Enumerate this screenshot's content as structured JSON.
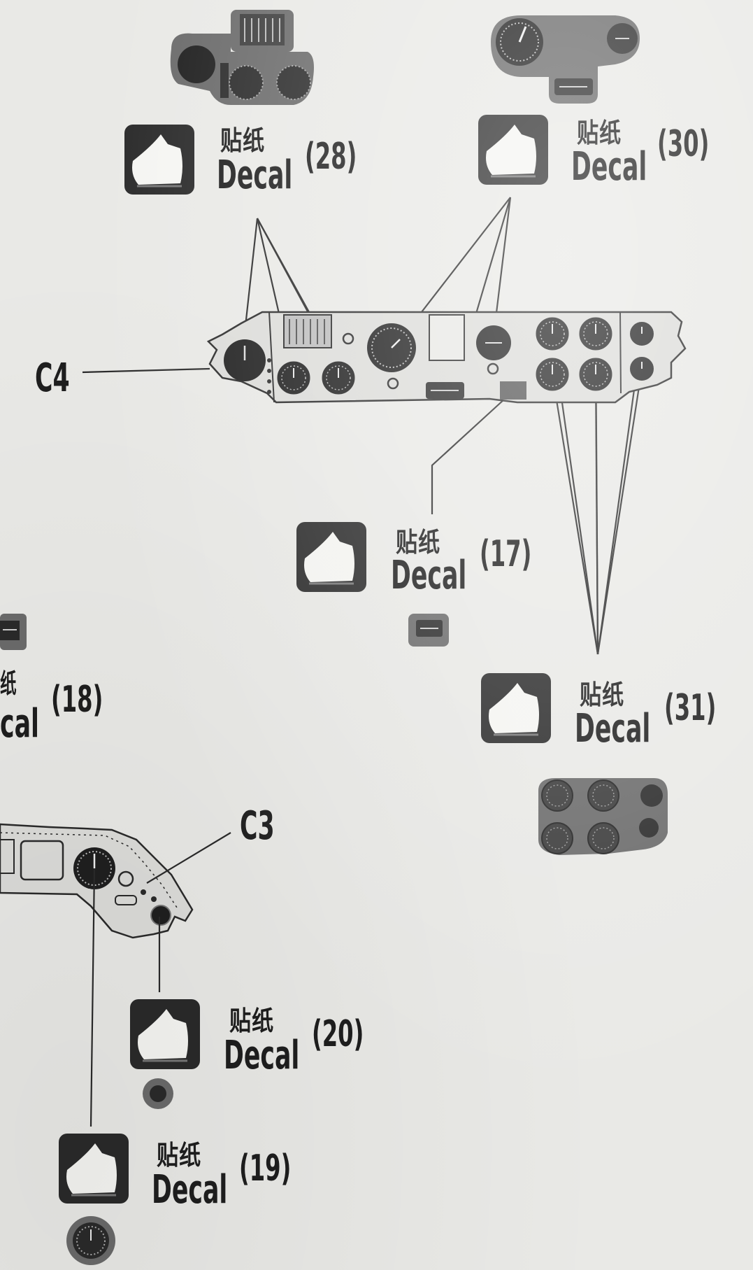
{
  "decal_icon": "decal-sheet-icon",
  "decals": [
    {
      "id": "decal-28",
      "zh": "贴纸",
      "en": "Decal",
      "number": "(28)"
    },
    {
      "id": "decal-30",
      "zh": "贴纸",
      "en": "Decal",
      "number": "(30)"
    },
    {
      "id": "decal-17",
      "zh": "贴纸",
      "en": "Decal",
      "number": "(17)"
    },
    {
      "id": "decal-31",
      "zh": "贴纸",
      "en": "Decal",
      "number": "(31)"
    },
    {
      "id": "decal-18",
      "zh": "纸",
      "en": "cal",
      "number": "(18)"
    },
    {
      "id": "decal-20",
      "zh": "贴纸",
      "en": "Decal",
      "number": "(20)"
    },
    {
      "id": "decal-19",
      "zh": "贴纸",
      "en": "Decal",
      "number": "(19)"
    }
  ],
  "parts": [
    {
      "id": "C4",
      "label": "C4"
    },
    {
      "id": "C3",
      "label": "C3"
    }
  ],
  "colors": {
    "paper": "#e9e9e6",
    "ink": "#1e1e1e",
    "panel": "#d9d9d6",
    "decal_preview": "#6a6a6a"
  }
}
